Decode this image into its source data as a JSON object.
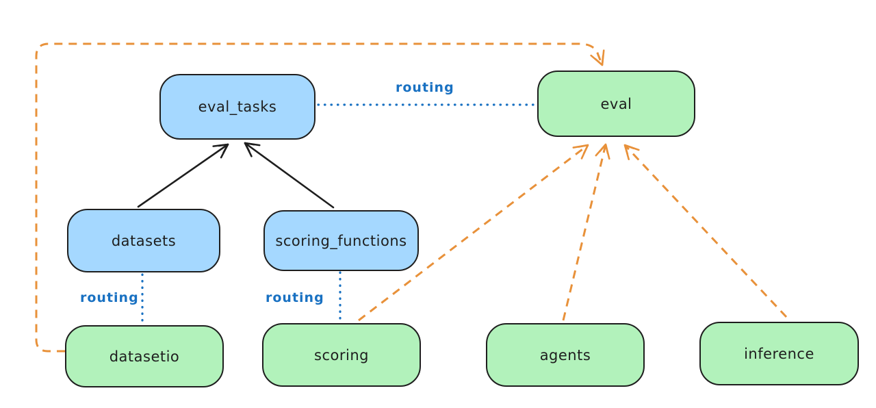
{
  "diagram": {
    "nodes": [
      {
        "id": "eval_tasks",
        "label": "eval_tasks",
        "kind": "api"
      },
      {
        "id": "eval",
        "label": "eval",
        "kind": "provider"
      },
      {
        "id": "datasets",
        "label": "datasets",
        "kind": "api"
      },
      {
        "id": "scoring_functions",
        "label": "scoring_functions",
        "kind": "api"
      },
      {
        "id": "datasetio",
        "label": "datasetio",
        "kind": "provider"
      },
      {
        "id": "scoring",
        "label": "scoring",
        "kind": "provider"
      },
      {
        "id": "agents",
        "label": "agents",
        "kind": "provider"
      },
      {
        "id": "inference",
        "label": "inference",
        "kind": "provider"
      }
    ],
    "edges": [
      {
        "from": "datasets",
        "to": "eval_tasks",
        "style": "solid-arrow",
        "label": ""
      },
      {
        "from": "scoring_functions",
        "to": "eval_tasks",
        "style": "solid-arrow",
        "label": ""
      },
      {
        "from": "eval_tasks",
        "to": "eval",
        "style": "dotted",
        "label": "routing"
      },
      {
        "from": "datasets",
        "to": "datasetio",
        "style": "dotted",
        "label": "routing"
      },
      {
        "from": "scoring_functions",
        "to": "scoring",
        "style": "dotted",
        "label": "routing"
      },
      {
        "from": "datasetio",
        "to": "eval",
        "style": "dashed-arrow",
        "label": ""
      },
      {
        "from": "scoring",
        "to": "eval",
        "style": "dashed-arrow",
        "label": ""
      },
      {
        "from": "agents",
        "to": "eval",
        "style": "dashed-arrow",
        "label": ""
      },
      {
        "from": "inference",
        "to": "eval",
        "style": "dashed-arrow",
        "label": ""
      }
    ],
    "colors": {
      "canvas_bg": "#ffffff",
      "node_stroke": "#1e1e1e",
      "api_fill": "#a5d8ff",
      "provider_fill": "#b2f2bb",
      "routing_blue": "#1971c2",
      "orange": "#e8913a",
      "text": "#1e1e1e"
    }
  }
}
